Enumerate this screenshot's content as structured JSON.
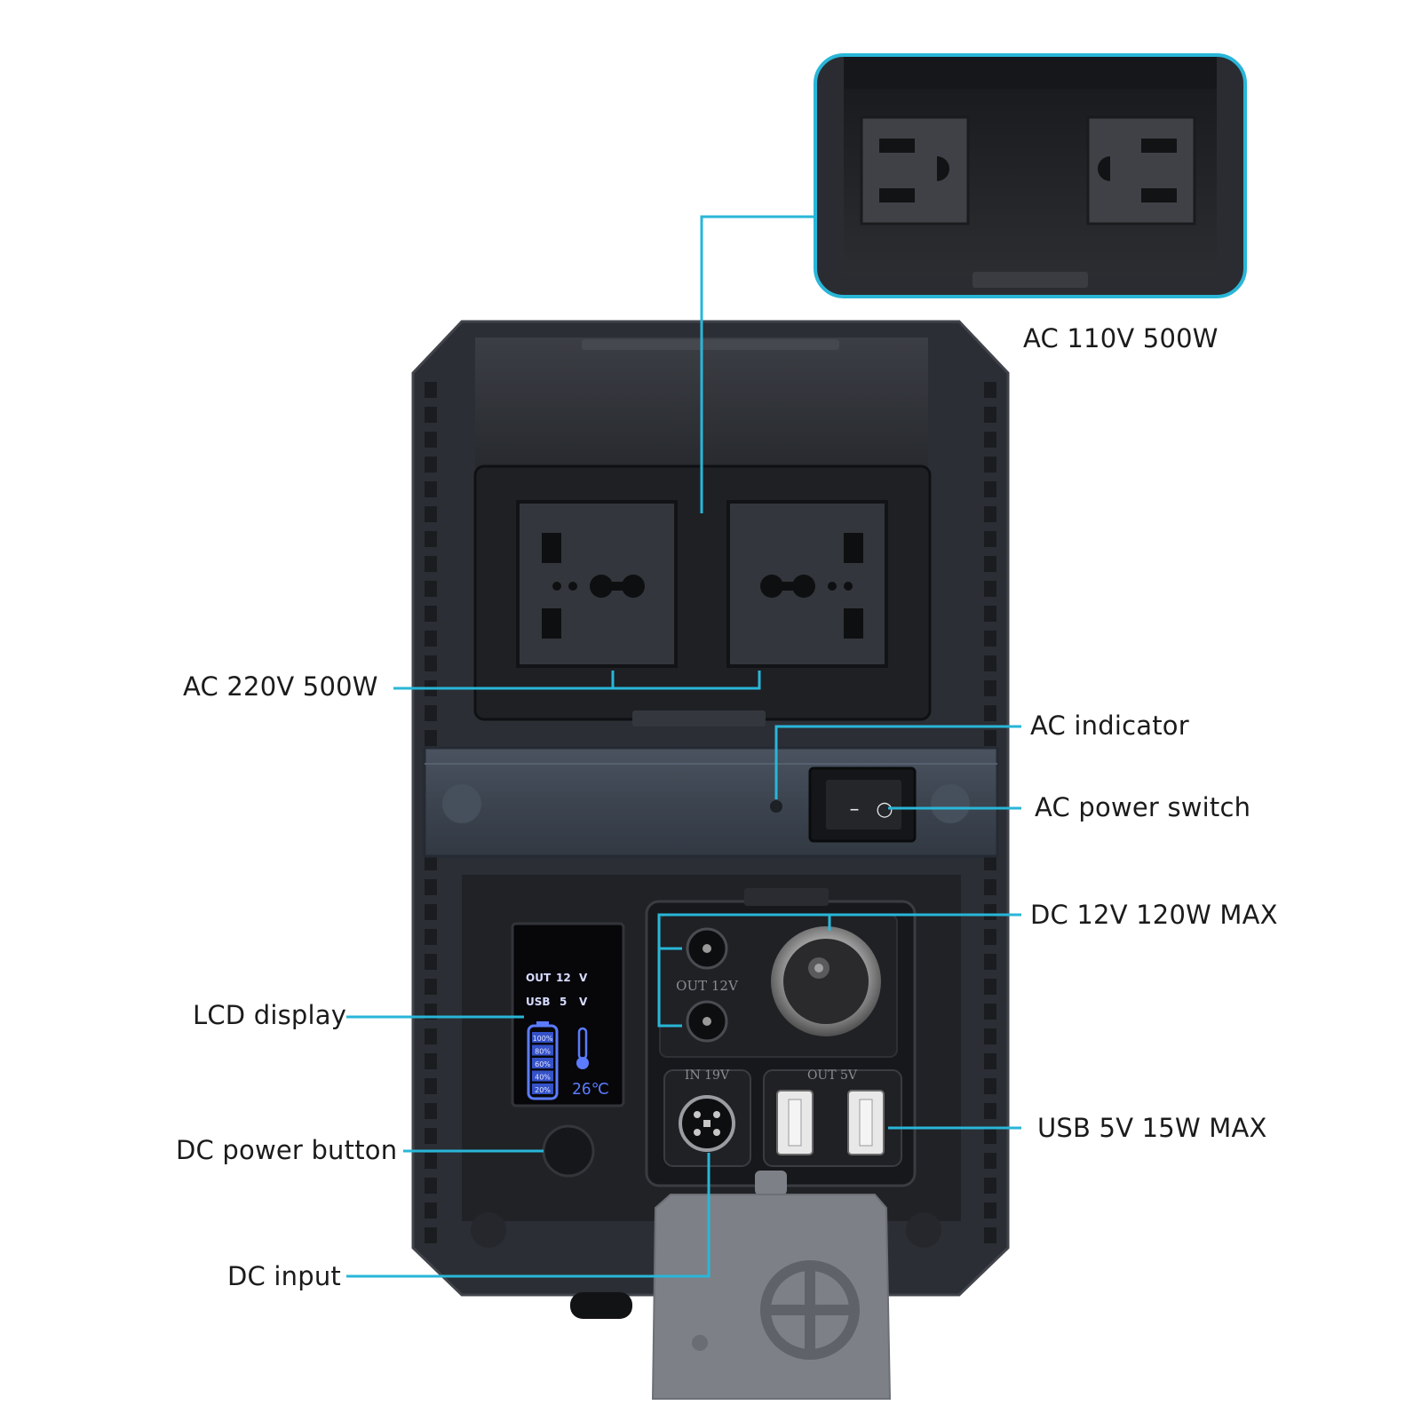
{
  "colors": {
    "callout_line": "#29b6d8",
    "housing": "#272a30",
    "housing_edge": "#3a3d44",
    "panel": "#1d1f23",
    "band": "#3c444f",
    "lcd_text": "#5b7cff",
    "rubber_flap": "#7d8087",
    "background": "#ffffff"
  },
  "labels": {
    "ac_110v": "AC 110V 500W",
    "ac_220v": "AC 220V 500W",
    "ac_indicator": "AC indicator",
    "ac_power_switch": "AC power switch",
    "dc_12v": "DC 12V 120W MAX",
    "lcd_display": "LCD display",
    "usb": "USB 5V 15W MAX",
    "dc_power_button": "DC power button",
    "dc_input": "DC input"
  },
  "device_markings": {
    "out_12v": "OUT 12V",
    "in_19v": "IN 19V",
    "out_5v": "OUT 5V"
  },
  "lcd": {
    "row1": {
      "label": "OUT",
      "value": "12",
      "unit": "V"
    },
    "row2": {
      "label": "USB",
      "value": "5",
      "unit": "V"
    },
    "battery_levels": [
      "100%",
      "80%",
      "60%",
      "40%",
      "20%"
    ],
    "temperature": "26℃"
  },
  "switch": {
    "off_symbol": "–",
    "on_symbol": "○"
  },
  "icons": [
    "outlet-icon",
    "thermometer-icon",
    "battery-icon",
    "usb-port-icon",
    "cigarette-socket-icon",
    "dc-jack-icon",
    "rocker-switch-icon"
  ]
}
